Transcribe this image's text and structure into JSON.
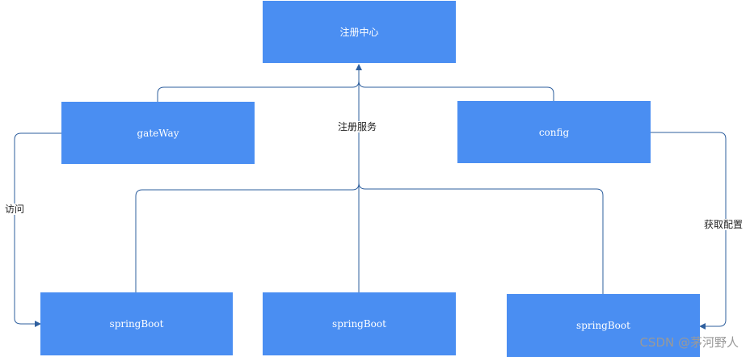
{
  "nodes": {
    "registry": "注册中心",
    "gateway": "gateWay",
    "config": "config",
    "service1": "springBoot",
    "service2": "springBoot",
    "service3": "springBoot"
  },
  "edges": {
    "register": "注册服务",
    "access": "访问",
    "fetch_config": "获取配置"
  },
  "watermark": "CSDN @茅河野人",
  "colors": {
    "node_fill": "#4a8ef2",
    "line": "#2e5f9e"
  }
}
